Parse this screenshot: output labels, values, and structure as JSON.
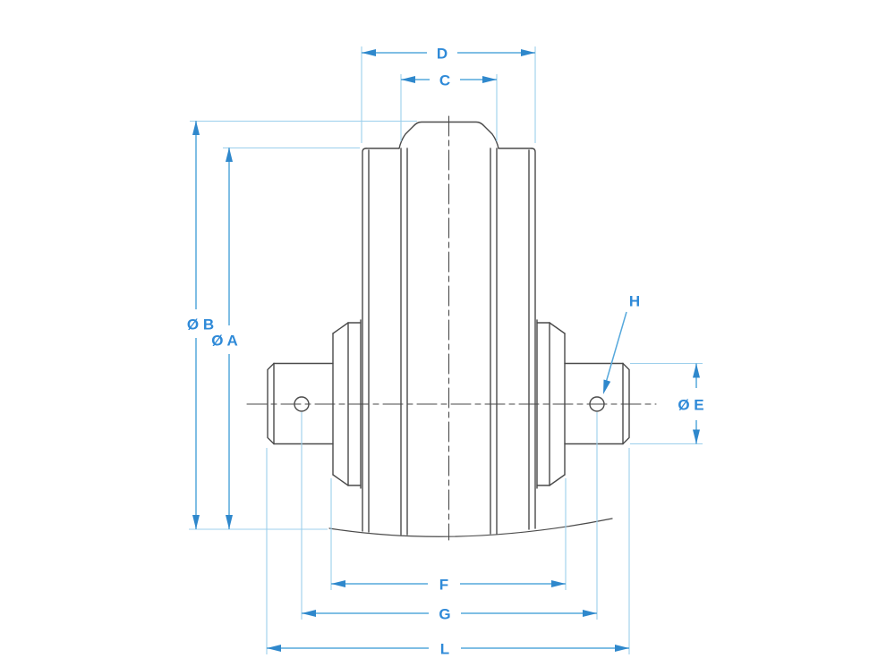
{
  "diagram": {
    "type": "engineering-dimension-drawing",
    "dims": {
      "d": "D",
      "c": "C",
      "b": "Ø B",
      "a": "Ø A",
      "e": "Ø E",
      "f": "F",
      "g": "G",
      "l": "L",
      "h": "H"
    },
    "colors": {
      "dimension_line": "#55a8dc",
      "extension_line": "#9ccfec",
      "arrow": "#2f88cc",
      "label": "#2f8ad8",
      "part_line": "#4a4a4a"
    }
  }
}
